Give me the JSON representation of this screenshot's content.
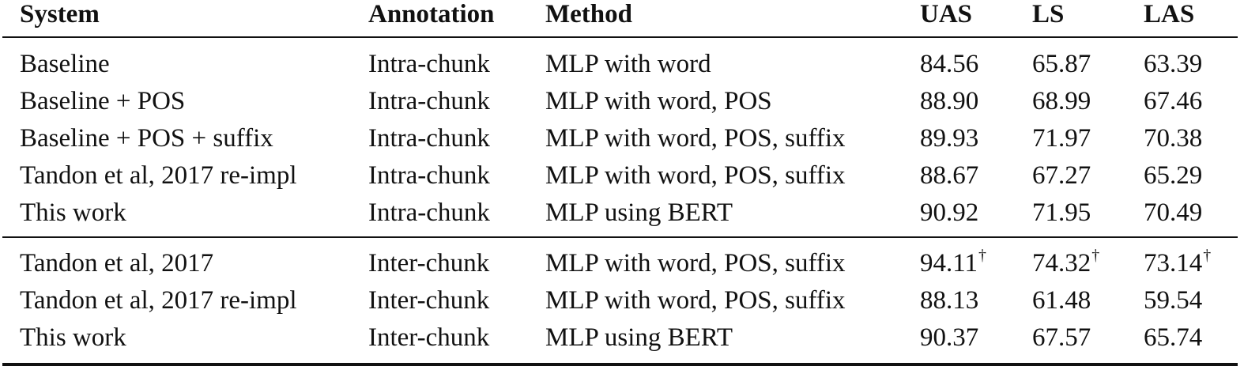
{
  "table": {
    "headers": {
      "system": "System",
      "annotation": "Annotation",
      "method": "Method",
      "uas": "UAS",
      "ls": "LS",
      "las": "LAS"
    },
    "intra_rows": [
      {
        "system": "Baseline",
        "annotation": "Intra-chunk",
        "method": "MLP with word",
        "uas": "84.56",
        "ls": "65.87",
        "las": "63.39"
      },
      {
        "system": "Baseline + POS",
        "annotation": "Intra-chunk",
        "method": "MLP with word, POS",
        "uas": "88.90",
        "ls": "68.99",
        "las": "67.46"
      },
      {
        "system": "Baseline + POS + suffix",
        "annotation": "Intra-chunk",
        "method": "MLP with word, POS, suffix",
        "uas": "89.93",
        "ls": "71.97",
        "las": "70.38"
      },
      {
        "system": "Tandon et al, 2017 re-impl",
        "annotation": "Intra-chunk",
        "method": "MLP with word, POS, suffix",
        "uas": "88.67",
        "ls": "67.27",
        "las": "65.29"
      },
      {
        "system": "This work",
        "annotation": "Intra-chunk",
        "method": "MLP using BERT",
        "uas": "90.92",
        "ls": "71.95",
        "las": "70.49"
      }
    ],
    "inter_rows": [
      {
        "system": "Tandon et al, 2017",
        "annotation": "Inter-chunk",
        "method": "MLP with word, POS, suffix",
        "uas": "94.11",
        "ls": "74.32",
        "las": "73.14",
        "mark": "†"
      },
      {
        "system": "Tandon et al, 2017 re-impl",
        "annotation": "Inter-chunk",
        "method": "MLP with word, POS, suffix",
        "uas": "88.13",
        "ls": "61.48",
        "las": "59.54"
      },
      {
        "system": "This work",
        "annotation": "Inter-chunk",
        "method": "MLP using BERT",
        "uas": "90.37",
        "ls": "67.57",
        "las": "65.74"
      }
    ]
  }
}
